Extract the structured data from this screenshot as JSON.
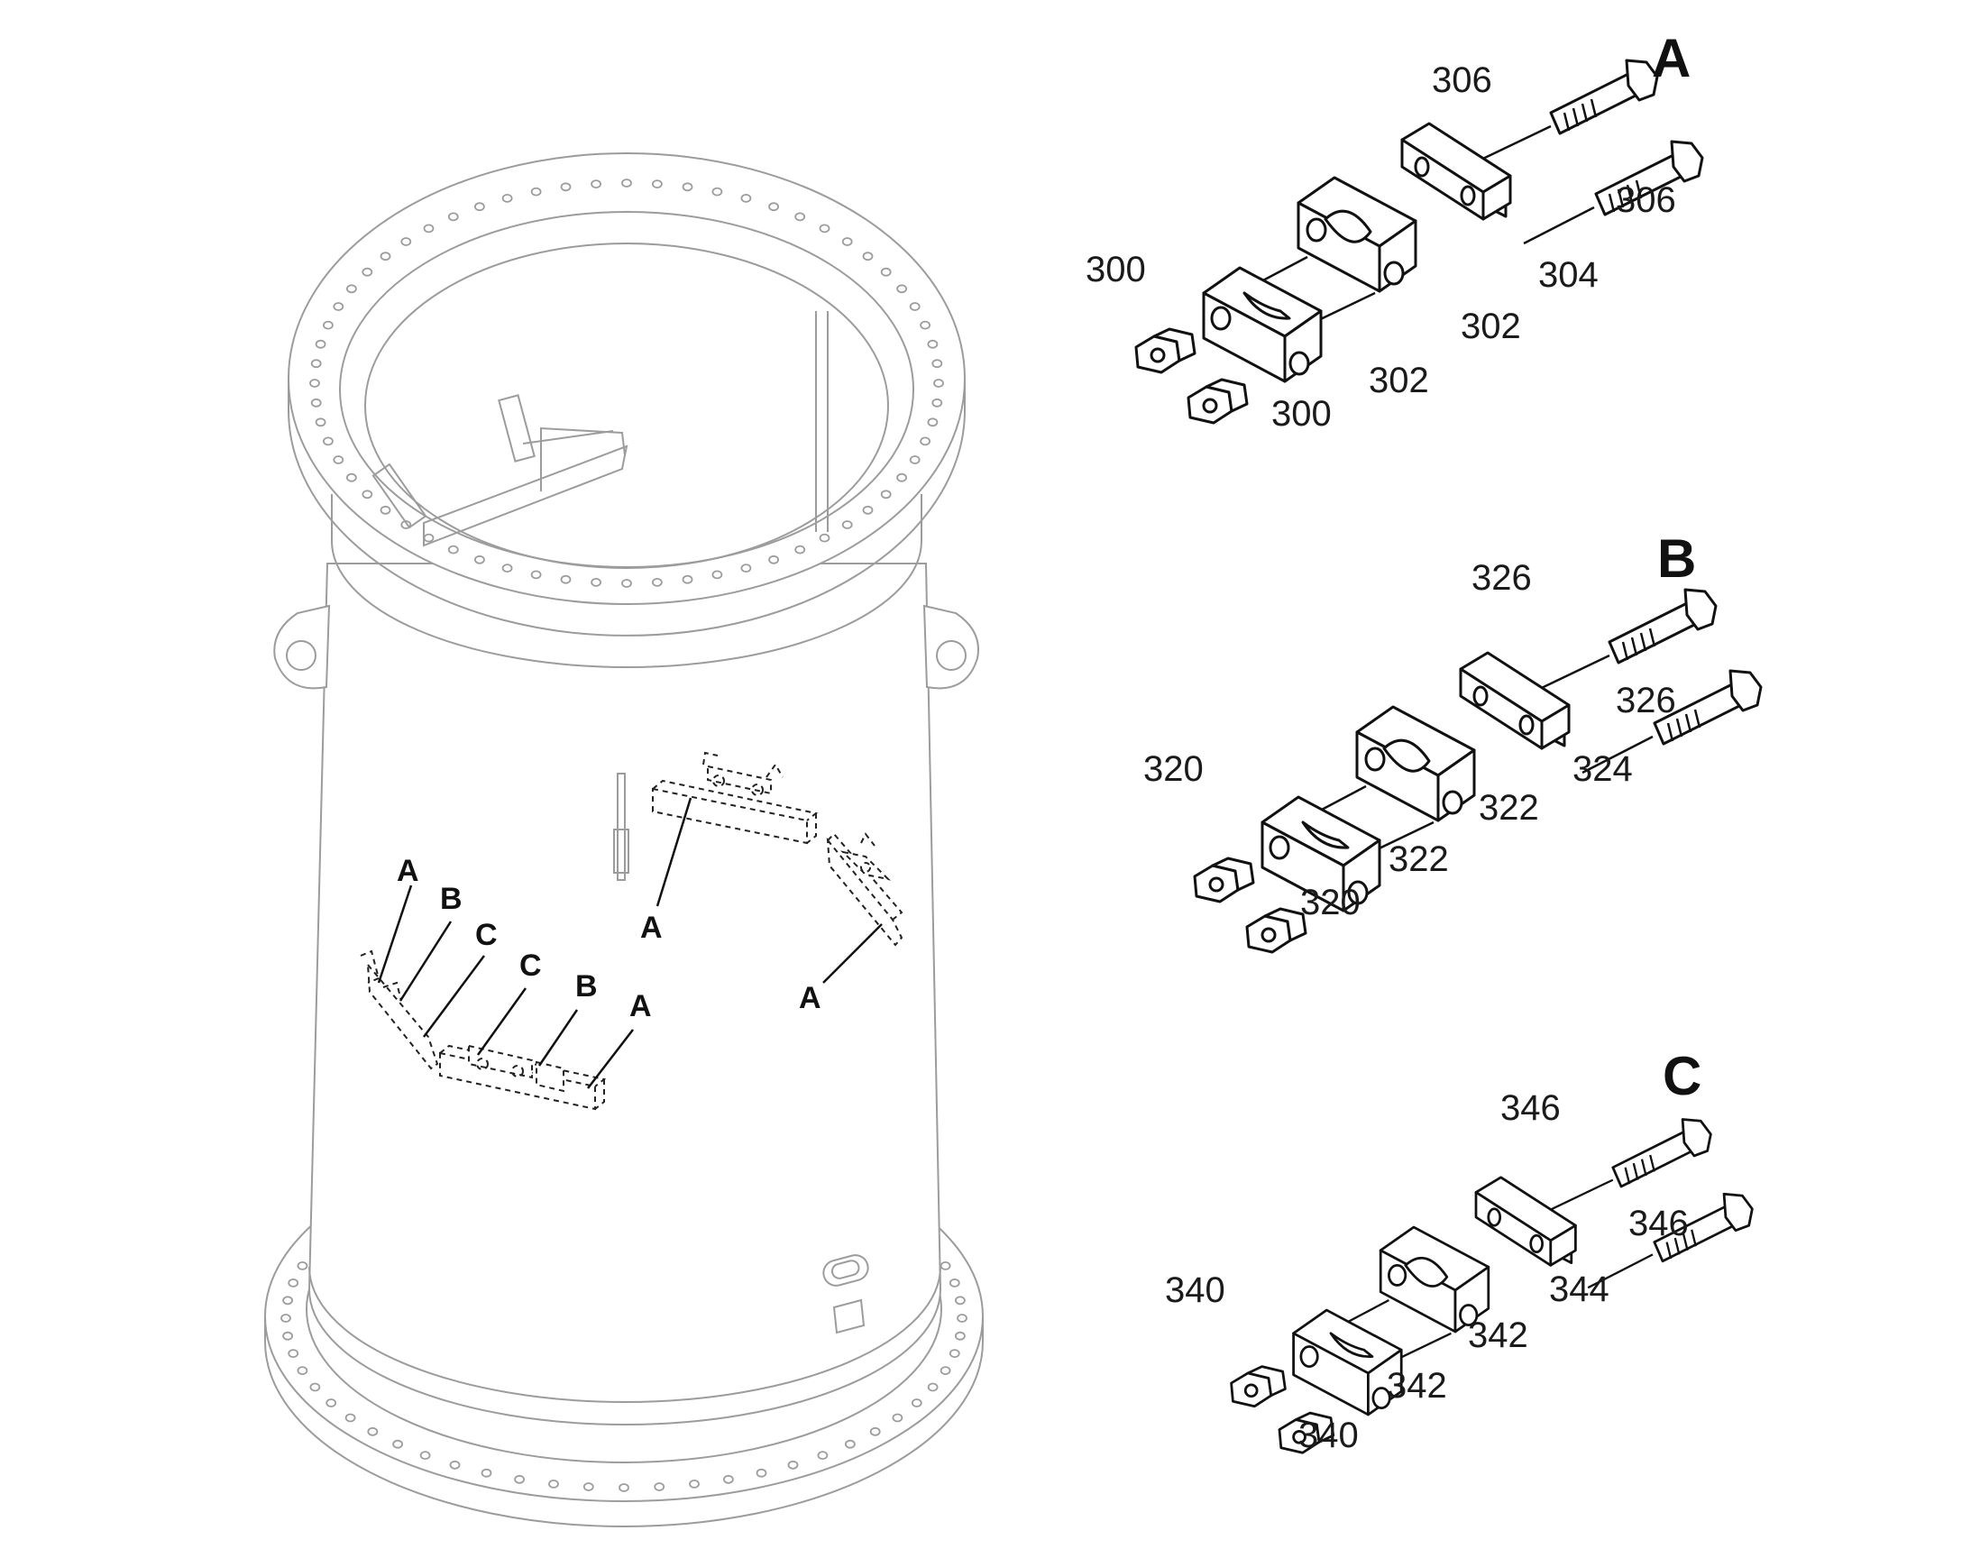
{
  "views": [
    {
      "id": "A",
      "view_label": "A",
      "labels": {
        "bolt_upper": "306",
        "bolt_lower": "306",
        "plate": "304",
        "block_upper": "302",
        "block_lower": "302",
        "nut_upper": "300",
        "nut_lower": "300"
      }
    },
    {
      "id": "B",
      "view_label": "B",
      "labels": {
        "bolt_upper": "326",
        "bolt_lower": "326",
        "plate": "324",
        "block_upper": "322",
        "block_lower": "322",
        "nut_upper": "320",
        "nut_lower": "320"
      }
    },
    {
      "id": "C",
      "view_label": "C",
      "labels": {
        "bolt_upper": "346",
        "bolt_lower": "346",
        "plate": "344",
        "block_upper": "342",
        "block_lower": "342",
        "nut_upper": "340",
        "nut_lower": "340"
      }
    }
  ],
  "tower": {
    "callouts": [
      "A",
      "B",
      "C",
      "C",
      "B",
      "A",
      "A",
      "A"
    ]
  }
}
